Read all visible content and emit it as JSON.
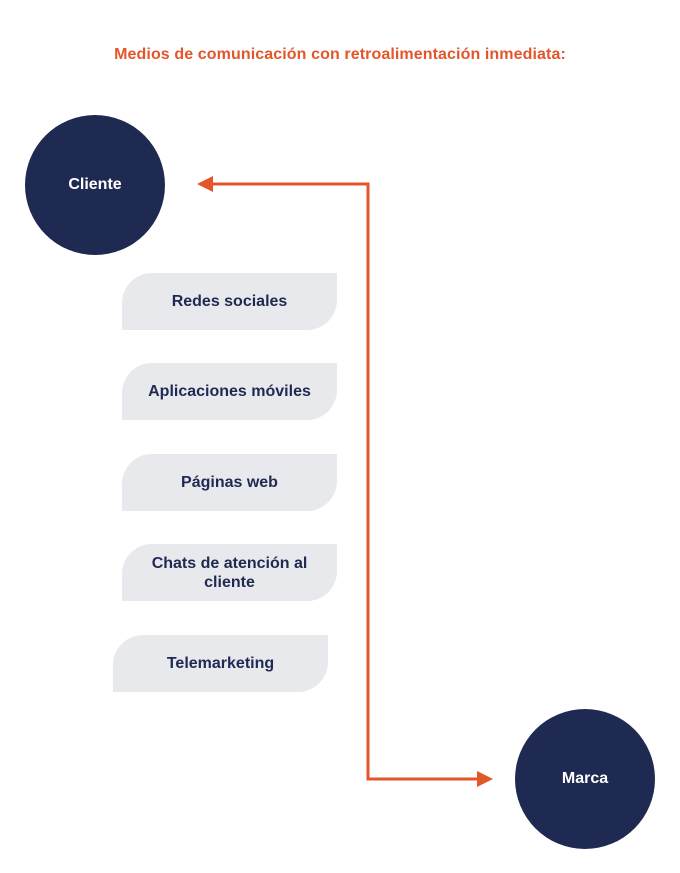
{
  "title": "Medios de comunicación con retroalimentación inmediata:",
  "nodes": {
    "cliente": "Cliente",
    "marca": "Marca"
  },
  "channels": [
    "Redes sociales",
    "Aplicaciones móviles",
    "Páginas web",
    "Chats de atención al cliente",
    "Telemarketing"
  ],
  "colors": {
    "accent": "#e3562a",
    "circle": "#1f2a52",
    "channel_bg": "#e8e9ed",
    "channel_text": "#1f2a52"
  }
}
